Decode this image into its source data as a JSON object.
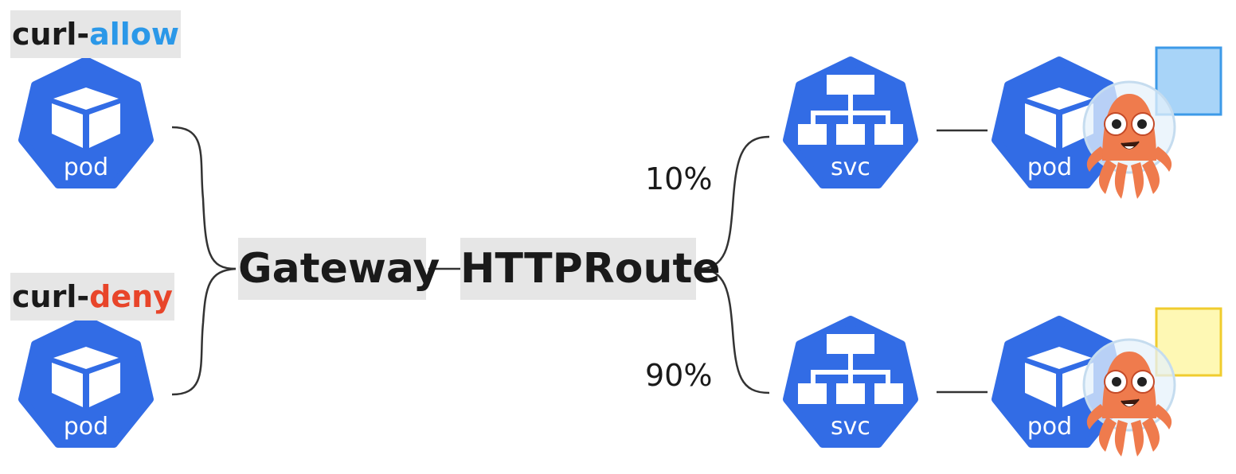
{
  "colors": {
    "k8s_blue": "#326ce5",
    "allow_blue": "#2b98e8",
    "deny_red": "#e8452a",
    "line": "#333333",
    "label_bg": "#e6e6e6",
    "blue_square": "#a8d4f8",
    "yellow_square": "#fef8b4",
    "octopus": "#ef7b4d"
  },
  "clients": [
    {
      "prefix": "curl-",
      "suffix": "allow",
      "node_label": "pod",
      "icon": "pod-cube-icon"
    },
    {
      "prefix": "curl-",
      "suffix": "deny",
      "node_label": "pod",
      "icon": "pod-cube-icon"
    }
  ],
  "gateway": {
    "label": "Gateway"
  },
  "route": {
    "label": "HTTPRoute"
  },
  "splits": [
    {
      "percent": "10%",
      "svc_label": "svc",
      "pod_label": "pod",
      "badge_color": "blue"
    },
    {
      "percent": "90%",
      "svc_label": "svc",
      "pod_label": "pod",
      "badge_color": "yellow"
    }
  ],
  "icons": [
    "pod-cube-icon",
    "service-tree-icon",
    "argo-octopus-icon"
  ]
}
